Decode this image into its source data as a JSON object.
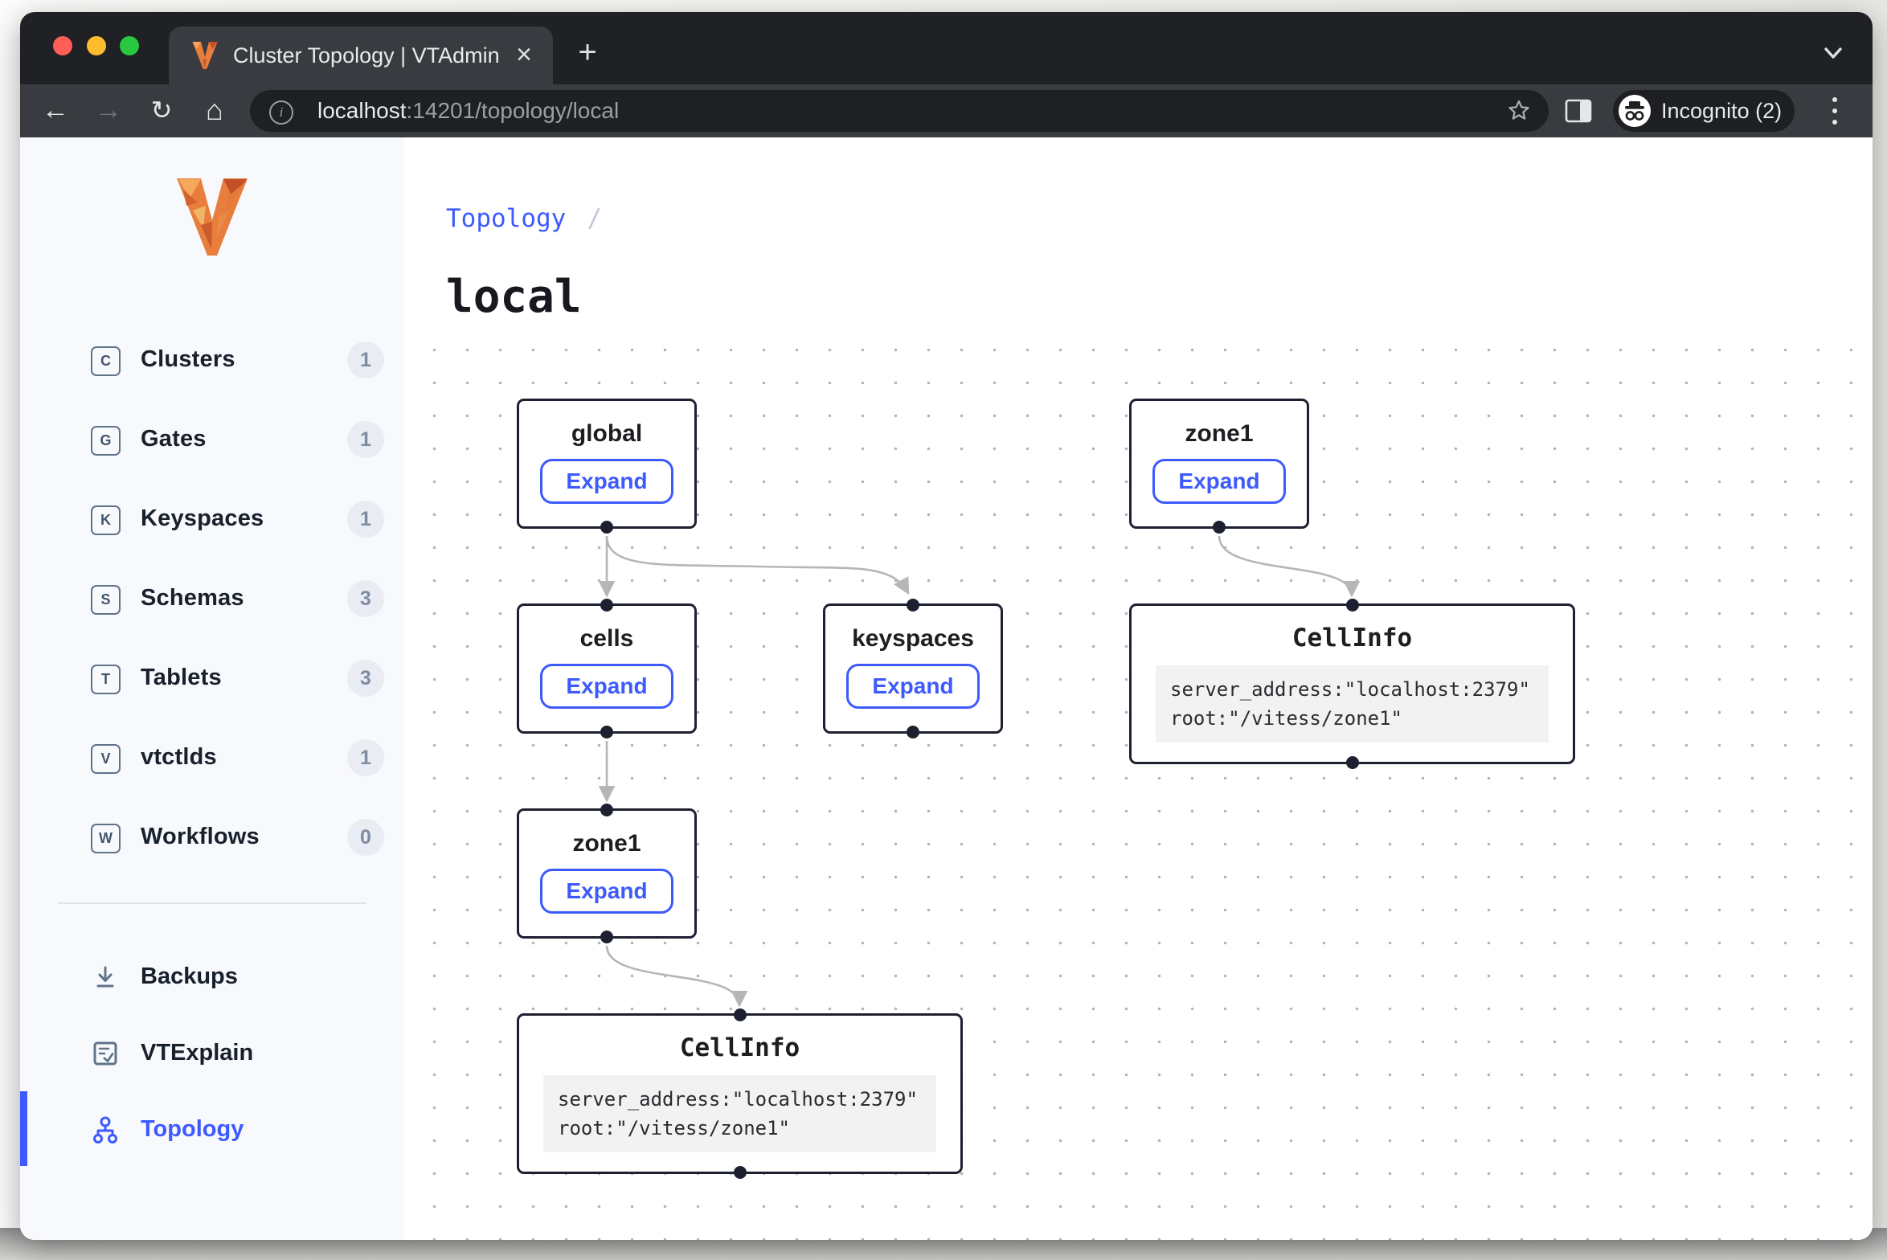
{
  "browser": {
    "tab_title": "Cluster Topology | VTAdmin",
    "url": {
      "host": "localhost",
      "rest": ":14201/topology/local"
    },
    "incognito_label": "Incognito (2)",
    "icons": {
      "close_tab": "×",
      "new_tab": "+"
    }
  },
  "sidebar": {
    "items": [
      {
        "letter": "C",
        "label": "Clusters",
        "count": "1"
      },
      {
        "letter": "G",
        "label": "Gates",
        "count": "1"
      },
      {
        "letter": "K",
        "label": "Keyspaces",
        "count": "1"
      },
      {
        "letter": "S",
        "label": "Schemas",
        "count": "3"
      },
      {
        "letter": "T",
        "label": "Tablets",
        "count": "3"
      },
      {
        "letter": "V",
        "label": "vtctlds",
        "count": "1"
      },
      {
        "letter": "W",
        "label": "Workflows",
        "count": "0"
      }
    ],
    "links": [
      {
        "label": "Backups"
      },
      {
        "label": "VTExplain"
      },
      {
        "label": "Topology",
        "active": true
      }
    ]
  },
  "main": {
    "breadcrumb": {
      "label": "Topology",
      "separator": "/"
    },
    "title": "local"
  },
  "graph": {
    "nodes": [
      {
        "id": "global",
        "title": "global",
        "button": "Expand"
      },
      {
        "id": "zone1-top",
        "title": "zone1",
        "button": "Expand"
      },
      {
        "id": "cells",
        "title": "cells",
        "button": "Expand"
      },
      {
        "id": "keyspaces",
        "title": "keyspaces",
        "button": "Expand"
      },
      {
        "id": "cellinfo-zone1",
        "title": "CellInfo",
        "code": [
          "server_address:\"localhost:2379\"",
          "root:\"/vitess/zone1\""
        ]
      },
      {
        "id": "zone1-mid",
        "title": "zone1",
        "button": "Expand"
      },
      {
        "id": "cellinfo-bottom",
        "title": "CellInfo",
        "code": [
          "server_address:\"localhost:2379\"",
          "root:\"/vitess/zone1\""
        ]
      }
    ]
  },
  "colors": {
    "accent_blue": "#3d5afe",
    "node_border": "#1d2030",
    "edge_gray": "#b6b6b6",
    "vitess_orange": "#e87d3c"
  }
}
